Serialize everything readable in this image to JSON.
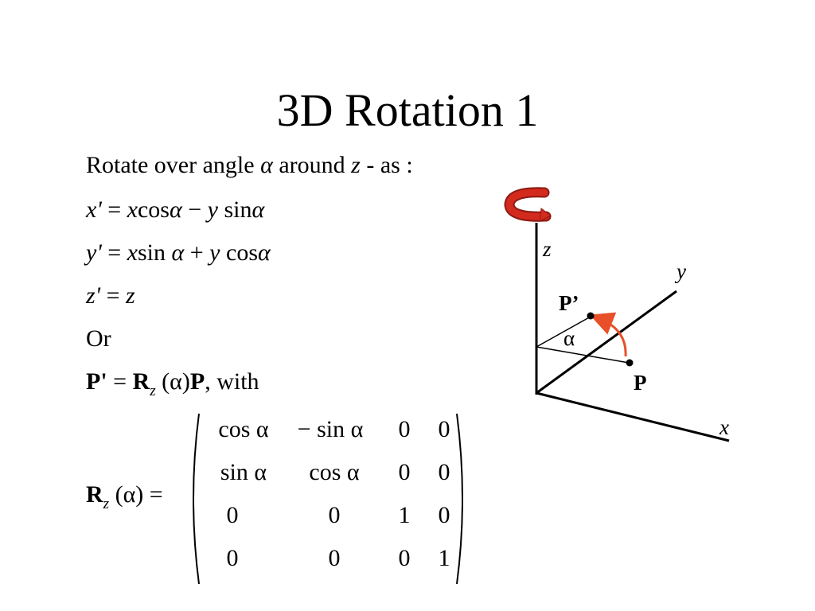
{
  "slide": {
    "title": "3D Rotation 1",
    "intro": {
      "text_a": "Rotate over angle",
      "alpha": "α",
      "text_b": "around",
      "axis": "z",
      "text_c": "- as :"
    },
    "eq_x": {
      "lhs": "x'",
      "eq": "=",
      "x": "x",
      "cos": "cos",
      "a1": "α",
      "minus": "−",
      "y": "y",
      "sin": "sin",
      "a2": "α"
    },
    "eq_y": {
      "lhs": "y'",
      "eq": "=",
      "x": "x",
      "sin": "sin",
      "a1": "α",
      "plus": "+",
      "y": "y",
      "cos": "cos",
      "a2": "α"
    },
    "eq_z": {
      "lhs": "z'",
      "eq": "=",
      "rhs": "z"
    },
    "or": "Or",
    "compact": {
      "p_prime": "P'",
      "eq": "=",
      "R": "R",
      "sub": "z",
      "arg": "(α)",
      "P": "P",
      "with": ",  with"
    },
    "matrix": {
      "label_R": "R",
      "label_sub": "z",
      "label_arg": "(α) =",
      "cells": [
        [
          "cos α",
          "− sin α",
          "0",
          "0"
        ],
        [
          "sin α",
          "cos α",
          "0",
          "0"
        ],
        [
          "0",
          "0",
          "1",
          "0"
        ],
        [
          "0",
          "0",
          "0",
          "1"
        ]
      ]
    }
  },
  "diagram": {
    "label_z": "z",
    "label_y": "y",
    "label_x": "x",
    "label_p_prime": "P’",
    "label_p": "P",
    "label_alpha": "α",
    "arrow_color": "#e8502a",
    "rotation_icon_color": "#d42a1e",
    "rotation_icon_dark": "#8c1a12"
  }
}
